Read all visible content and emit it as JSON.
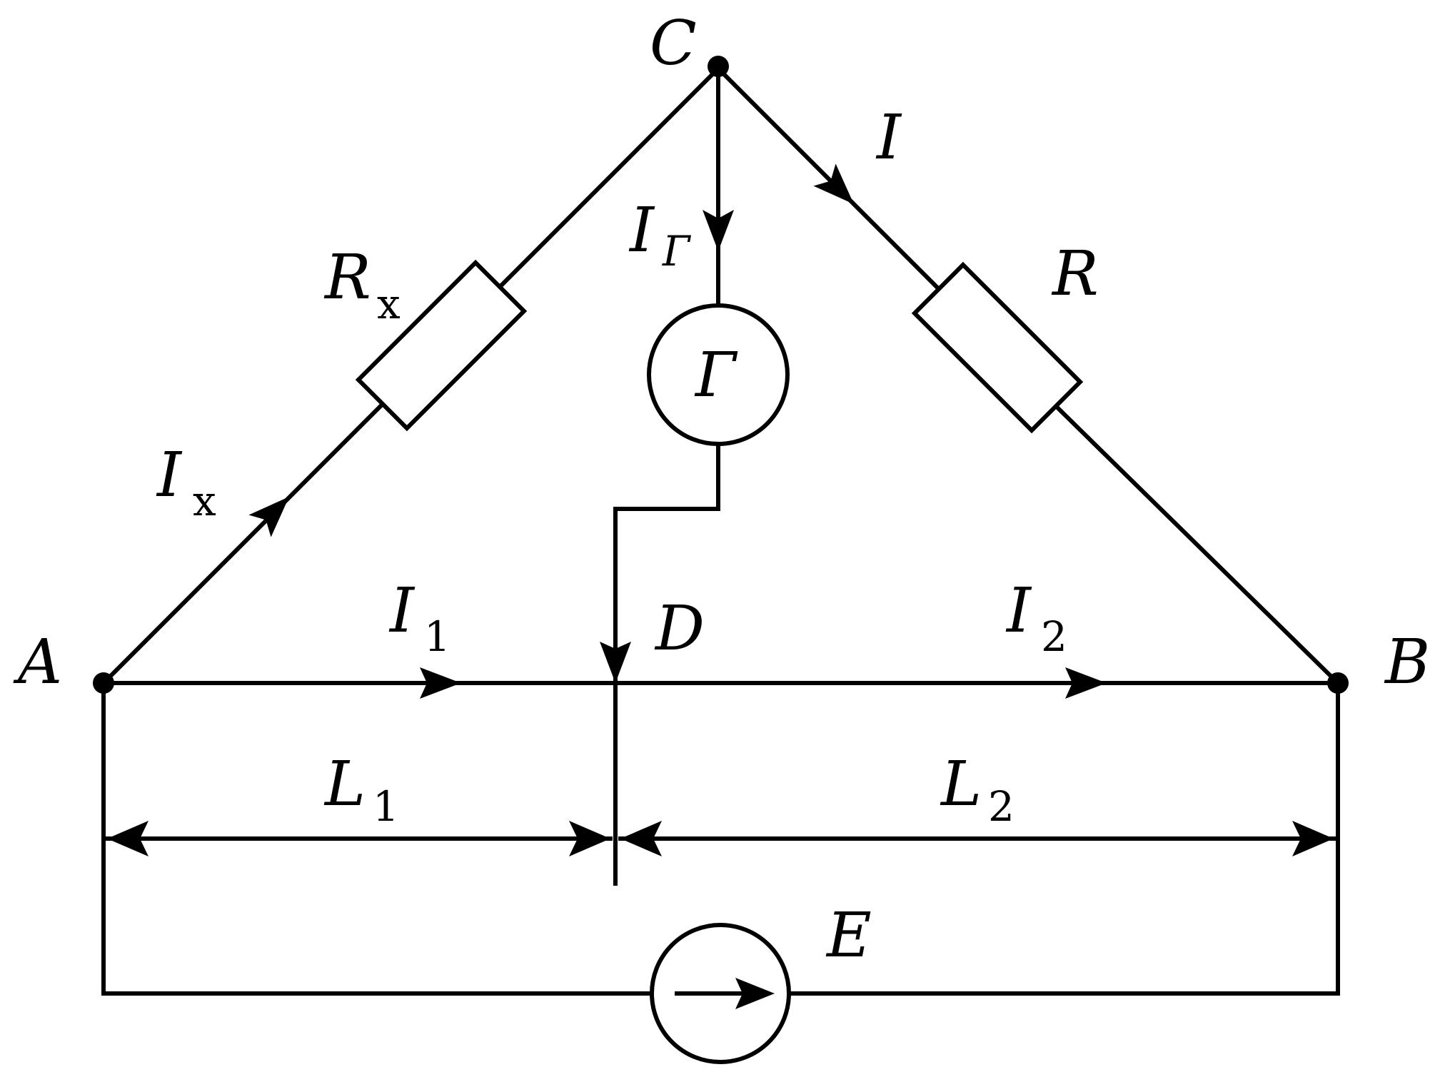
{
  "nodes": {
    "A": "A",
    "B": "B",
    "C": "C",
    "D": "D"
  },
  "currents": {
    "Ix": {
      "main": "I",
      "sub": "x"
    },
    "IG": {
      "main": "I",
      "sub": "Г"
    },
    "I": "I",
    "I1": {
      "main": "I",
      "sub": "1"
    },
    "I2": {
      "main": "I",
      "sub": "2"
    }
  },
  "components": {
    "Rx": {
      "main": "R",
      "sub": "x"
    },
    "R": "R",
    "galvanometer": "Г",
    "source": "E"
  },
  "lengths": {
    "L1": {
      "main": "L",
      "sub": "1"
    },
    "L2": {
      "main": "L",
      "sub": "2"
    }
  }
}
